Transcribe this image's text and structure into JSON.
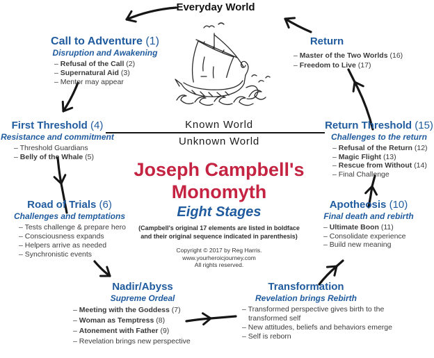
{
  "ui": {
    "bullet_marker": "–"
  },
  "colors": {
    "title_red": "#c42342",
    "heading_blue": "#1f5b9e",
    "body_text": "#3a3a3a",
    "arrow_black": "#161616"
  },
  "top": {
    "everyday_world": "Everyday World"
  },
  "center": {
    "known_world": "Known World",
    "unknown_world": "Unknown World",
    "title_line1": "Joseph Campbell's",
    "title_line2": "Monomyth",
    "subtitle": "Eight Stages",
    "note_line1": "(Campbell's original 17 elements are listed in boldface",
    "note_line2": "and their original sequence indicated in parenthesis)",
    "copyright_line1": "Copyright © 2017 by Reg Harris.",
    "copyright_line2": "www.yourheroicjourney.com",
    "copyright_line3": "All rights reserved."
  },
  "stages": [
    {
      "title": "Call to Adventure",
      "number": "(1)",
      "subtitle": "Disruption and Awakening",
      "bullets": [
        {
          "label": "Refusal of the Call",
          "number": "(2)",
          "bold": true
        },
        {
          "label": "Supernatural Aid",
          "number": "(3)",
          "bold": true
        },
        {
          "label": "Mentor may appear",
          "number": "",
          "bold": false
        }
      ]
    },
    {
      "title": "First Threshold",
      "number": "(4)",
      "subtitle": "Resistance and commitment",
      "bullets": [
        {
          "label": "Threshold Guardians",
          "number": "",
          "bold": false
        },
        {
          "label": "Belly of the Whale",
          "number": "(5)",
          "bold": true
        }
      ]
    },
    {
      "title": "Road of Trials",
      "number": "(6)",
      "subtitle": "Challenges and temptations",
      "bullets": [
        {
          "label": "Tests challenge & prepare hero",
          "number": "",
          "bold": false
        },
        {
          "label": "Consciousness expands",
          "number": "",
          "bold": false
        },
        {
          "label": "Helpers arrive as needed",
          "number": "",
          "bold": false
        },
        {
          "label": "Synchronistic events",
          "number": "",
          "bold": false
        }
      ]
    },
    {
      "title": "Nadir/Abyss",
      "number": "",
      "subtitle": "Supreme Ordeal",
      "bullets": [
        {
          "label": "Meeting with the Goddess",
          "number": "(7)",
          "bold": true
        },
        {
          "label": "Woman as Temptress",
          "number": "(8)",
          "bold": true
        },
        {
          "label": "Atonement with Father",
          "number": "(9)",
          "bold": true
        },
        {
          "label": "Revelation brings new perspective",
          "number": "",
          "bold": false
        }
      ]
    },
    {
      "title": "Transformation",
      "number": "",
      "subtitle": "Revelation brings Rebirth",
      "bullets": [
        {
          "label": "Transformed perspective gives birth to the",
          "number": "",
          "bold": false
        },
        {
          "label": "transformed self",
          "number": "",
          "bold": false,
          "cont": true
        },
        {
          "label": "New attitudes, beliefs and behaviors emerge",
          "number": "",
          "bold": false
        },
        {
          "label": "Self is reborn",
          "number": "",
          "bold": false
        }
      ]
    },
    {
      "title": "Apotheosis",
      "number": "(10)",
      "subtitle": "Final death and rebirth",
      "bullets": [
        {
          "label": "Ultimate Boon",
          "number": "(11)",
          "bold": true
        },
        {
          "label": "Consolidate experience",
          "number": "",
          "bold": false
        },
        {
          "label": "Build new meaning",
          "number": "",
          "bold": false
        }
      ]
    },
    {
      "title": "Return Threshold",
      "number": "(15)",
      "subtitle": "Challenges to the return",
      "bullets": [
        {
          "label": "Refusal of the Return",
          "number": "(12)",
          "bold": true
        },
        {
          "label": "Magic Flight",
          "number": "(13)",
          "bold": true
        },
        {
          "label": "Rescue from Without",
          "number": "(14)",
          "bold": true
        },
        {
          "label": "Final Challenge",
          "number": "",
          "bold": false
        }
      ]
    },
    {
      "title": "Return",
      "number": "",
      "subtitle": "",
      "bullets": [
        {
          "label": "Master of the Two Worlds",
          "number": "(16)",
          "bold": true
        },
        {
          "label": "Freedom to Live",
          "number": "(17)",
          "bold": true
        }
      ]
    }
  ]
}
